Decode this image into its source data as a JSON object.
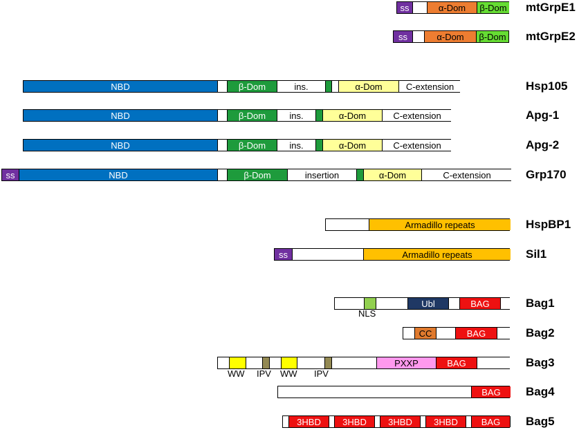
{
  "rows": [
    {
      "name": "mtGrpE1",
      "segments": [
        {
          "label": "ss",
          "color": "#7030a0",
          "text_color": "#ffffff"
        },
        {
          "label": "",
          "color": "#ffffff",
          "text_color": "#000000"
        },
        {
          "label": "α-Dom",
          "color": "#ed7d31",
          "text_color": "#000000"
        },
        {
          "label": "β-Dom",
          "color": "#66dd33",
          "text_color": "#000000"
        }
      ],
      "sublabels": []
    },
    {
      "name": "mtGrpE2",
      "segments": [
        {
          "label": "ss",
          "color": "#7030a0",
          "text_color": "#ffffff"
        },
        {
          "label": "",
          "color": "#ffffff",
          "text_color": "#000000"
        },
        {
          "label": "α-Dom",
          "color": "#ed7d31",
          "text_color": "#000000"
        },
        {
          "label": "β-Dom",
          "color": "#66dd33",
          "text_color": "#000000"
        },
        {
          "label": "",
          "color": "#ffffff",
          "text_color": "#000000"
        }
      ],
      "sublabels": []
    },
    {
      "name": "Hsp105",
      "segments": [
        {
          "label": "NBD",
          "color": "#0070c0",
          "text_color": "#ffffff"
        },
        {
          "label": "",
          "color": "#ffffff",
          "text_color": "#000000"
        },
        {
          "label": "β-Dom",
          "color": "#1e9b3c",
          "text_color": "#ffffff"
        },
        {
          "label": "ins.",
          "color": "#ffffff",
          "text_color": "#000000"
        },
        {
          "label": "",
          "color": "#1e9b3c",
          "text_color": "#000000"
        },
        {
          "label": "",
          "color": "#ffffff",
          "text_color": "#000000"
        },
        {
          "label": "α-Dom",
          "color": "#ffff99",
          "text_color": "#000000"
        },
        {
          "label": "C-extension",
          "color": "#ffffff",
          "text_color": "#000000"
        }
      ],
      "sublabels": []
    },
    {
      "name": "Apg-1",
      "segments": [
        {
          "label": "NBD",
          "color": "#0070c0",
          "text_color": "#ffffff"
        },
        {
          "label": "",
          "color": "#ffffff",
          "text_color": "#000000"
        },
        {
          "label": "β-Dom",
          "color": "#1e9b3c",
          "text_color": "#ffffff"
        },
        {
          "label": "ins.",
          "color": "#ffffff",
          "text_color": "#000000"
        },
        {
          "label": "",
          "color": "#1e9b3c",
          "text_color": "#000000"
        },
        {
          "label": "α-Dom",
          "color": "#ffff99",
          "text_color": "#000000"
        },
        {
          "label": "C-extension",
          "color": "#ffffff",
          "text_color": "#000000"
        }
      ],
      "sublabels": []
    },
    {
      "name": "Apg-2",
      "segments": [
        {
          "label": "NBD",
          "color": "#0070c0",
          "text_color": "#ffffff"
        },
        {
          "label": "",
          "color": "#ffffff",
          "text_color": "#000000"
        },
        {
          "label": "β-Dom",
          "color": "#1e9b3c",
          "text_color": "#ffffff"
        },
        {
          "label": "ins.",
          "color": "#ffffff",
          "text_color": "#000000"
        },
        {
          "label": "",
          "color": "#1e9b3c",
          "text_color": "#000000"
        },
        {
          "label": "α-Dom",
          "color": "#ffff99",
          "text_color": "#000000"
        },
        {
          "label": "C-extension",
          "color": "#ffffff",
          "text_color": "#000000"
        }
      ],
      "sublabels": []
    },
    {
      "name": "Grp170",
      "segments": [
        {
          "label": "ss",
          "color": "#7030a0",
          "text_color": "#ffffff"
        },
        {
          "label": "NBD",
          "color": "#0070c0",
          "text_color": "#ffffff"
        },
        {
          "label": "",
          "color": "#ffffff",
          "text_color": "#000000"
        },
        {
          "label": "β-Dom",
          "color": "#1e9b3c",
          "text_color": "#ffffff"
        },
        {
          "label": "insertion",
          "color": "#ffffff",
          "text_color": "#000000"
        },
        {
          "label": "",
          "color": "#1e9b3c",
          "text_color": "#000000"
        },
        {
          "label": "α-Dom",
          "color": "#ffff99",
          "text_color": "#000000"
        },
        {
          "label": "C-extension",
          "color": "#ffffff",
          "text_color": "#000000"
        }
      ],
      "sublabels": []
    },
    {
      "name": "HspBP1",
      "segments": [
        {
          "label": "",
          "color": "#ffffff",
          "text_color": "#000000"
        },
        {
          "label": "Armadillo repeats",
          "color": "#ffc000",
          "text_color": "#000000"
        }
      ],
      "sublabels": []
    },
    {
      "name": "Sil1",
      "segments": [
        {
          "label": "ss",
          "color": "#7030a0",
          "text_color": "#ffffff"
        },
        {
          "label": "",
          "color": "#ffffff",
          "text_color": "#000000"
        },
        {
          "label": "Armadillo repeats",
          "color": "#ffc000",
          "text_color": "#000000"
        }
      ],
      "sublabels": []
    },
    {
      "name": "Bag1",
      "segments": [
        {
          "label": "",
          "color": "#ffffff",
          "text_color": "#000000"
        },
        {
          "label": "",
          "color": "#92d050",
          "text_color": "#000000"
        },
        {
          "label": "",
          "color": "#ffffff",
          "text_color": "#000000"
        },
        {
          "label": "Ubl",
          "color": "#1f3864",
          "text_color": "#ffffff"
        },
        {
          "label": "",
          "color": "#ffffff",
          "text_color": "#000000"
        },
        {
          "label": "BAG",
          "color": "#ee1111",
          "text_color": "#ffffff"
        },
        {
          "label": "",
          "color": "#ffffff",
          "text_color": "#000000"
        }
      ],
      "sublabels": [
        {
          "text": "NLS"
        }
      ]
    },
    {
      "name": "Bag2",
      "segments": [
        {
          "label": "",
          "color": "#ffffff",
          "text_color": "#000000"
        },
        {
          "label": "CC",
          "color": "#e07a2e",
          "text_color": "#000000"
        },
        {
          "label": "",
          "color": "#ffffff",
          "text_color": "#000000"
        },
        {
          "label": "BAG",
          "color": "#ee1111",
          "text_color": "#ffffff"
        },
        {
          "label": "",
          "color": "#ffffff",
          "text_color": "#000000"
        }
      ],
      "sublabels": []
    },
    {
      "name": "Bag3",
      "segments": [
        {
          "label": "",
          "color": "#ffffff",
          "text_color": "#000000"
        },
        {
          "label": "",
          "color": "#ffff00",
          "text_color": "#000000"
        },
        {
          "label": "",
          "color": "#ffffff",
          "text_color": "#000000"
        },
        {
          "label": "",
          "color": "#938953",
          "text_color": "#000000"
        },
        {
          "label": "",
          "color": "#ffffff",
          "text_color": "#000000"
        },
        {
          "label": "",
          "color": "#ffff00",
          "text_color": "#000000"
        },
        {
          "label": "",
          "color": "#ffffff",
          "text_color": "#000000"
        },
        {
          "label": "",
          "color": "#938953",
          "text_color": "#000000"
        },
        {
          "label": "",
          "color": "#ffffff",
          "text_color": "#000000"
        },
        {
          "label": "PXXP",
          "color": "#ff99ee",
          "text_color": "#000000"
        },
        {
          "label": "BAG",
          "color": "#ee1111",
          "text_color": "#ffffff"
        },
        {
          "label": "",
          "color": "#ffffff",
          "text_color": "#000000"
        }
      ],
      "sublabels": [
        {
          "text": "WW"
        },
        {
          "text": "IPV"
        },
        {
          "text": "WW"
        },
        {
          "text": "IPV"
        }
      ]
    },
    {
      "name": "Bag4",
      "segments": [
        {
          "label": "",
          "color": "#ffffff",
          "text_color": "#000000"
        },
        {
          "label": "BAG",
          "color": "#ee1111",
          "text_color": "#ffffff"
        }
      ],
      "sublabels": []
    },
    {
      "name": "Bag5",
      "segments": [
        {
          "label": "",
          "color": "#ffffff",
          "text_color": "#000000"
        },
        {
          "label": "3HBD",
          "color": "#ee1111",
          "text_color": "#ffffff"
        },
        {
          "label": "",
          "color": "#ffffff",
          "text_color": "#000000"
        },
        {
          "label": "3HBD",
          "color": "#ee1111",
          "text_color": "#ffffff"
        },
        {
          "label": "",
          "color": "#ffffff",
          "text_color": "#000000"
        },
        {
          "label": "3HBD",
          "color": "#ee1111",
          "text_color": "#ffffff"
        },
        {
          "label": "",
          "color": "#ffffff",
          "text_color": "#000000"
        },
        {
          "label": "3HBD",
          "color": "#ee1111",
          "text_color": "#ffffff"
        },
        {
          "label": "",
          "color": "#ffffff",
          "text_color": "#000000"
        },
        {
          "label": "BAG",
          "color": "#ee1111",
          "text_color": "#ffffff"
        },
        {
          "label": "",
          "color": "#ffffff",
          "text_color": "#000000"
        }
      ],
      "sublabels": []
    }
  ]
}
